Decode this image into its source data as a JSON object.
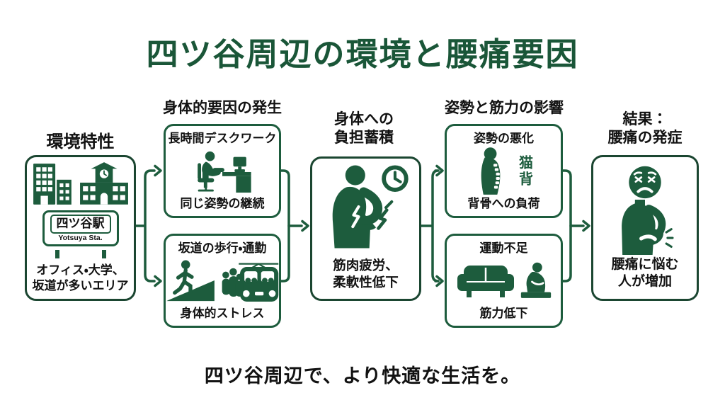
{
  "title": "四ツ谷周辺の環境と腰痛要因",
  "footer": "四ツ谷周辺で、より快適な生活を。",
  "colors": {
    "accent_green": "#1d5c3d",
    "deep_green": "#1b4631",
    "title_green": "#1a5638",
    "text_black": "#121212",
    "background": "#ffffff"
  },
  "flow": {
    "environment": {
      "label": "環境特性",
      "icons": [
        "office-building-icon",
        "school-building-icon",
        "station-sign"
      ],
      "station_sign": {
        "name": "四ツ谷駅",
        "romaji": "Yotsuya Sta."
      },
      "caption_line1": "オフィス・大学、",
      "caption_line2": "坂道が多いエリア"
    },
    "physical_factors": {
      "label": "身体的要因の発生",
      "deskwork": {
        "title": "長時間デスクワーク",
        "icon": "desk-worker-icon",
        "caption": "同じ姿勢の継続"
      },
      "commute": {
        "title": "坂道の歩行・通勤",
        "icons": [
          "slope-walker-icon",
          "crowded-train-icon"
        ],
        "caption": "身体的ストレス"
      }
    },
    "burden": {
      "label_line1": "身体への",
      "label_line2": "負担蓄積",
      "icon": "back-pain-clock-icon",
      "caption_line1": "筋肉疲労、",
      "caption_line2": "柔軟性低下"
    },
    "posture_muscle": {
      "label": "姿勢と筋力の影響",
      "posture": {
        "title": "姿勢の悪化",
        "icon": "hunched-posture-icon",
        "annotation": "猫背",
        "caption": "背骨への負荷"
      },
      "exercise": {
        "title": "運動不足",
        "icons": [
          "couch-icon",
          "sitting-person-icon"
        ],
        "caption": "筋力低下"
      }
    },
    "result": {
      "label_line1": "結果：",
      "label_line2": "腰痛の発症",
      "icons": [
        "distressed-face-icon",
        "holding-back-icon"
      ],
      "caption_line1": "腰痛に悩む",
      "caption_line2": "人が増加"
    }
  }
}
